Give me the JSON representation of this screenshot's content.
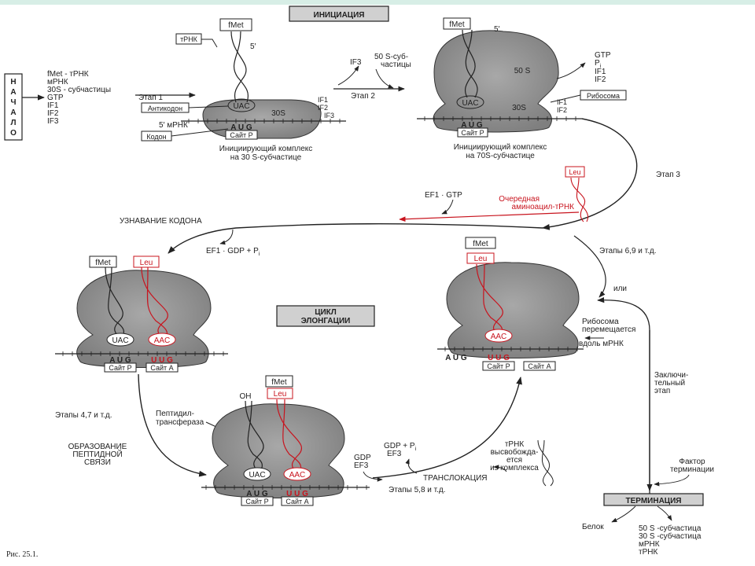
{
  "colors": {
    "ink": "#222222",
    "red": "#c8141e",
    "ribosome": "#8f8f8f",
    "header_box": "#d0d0d0",
    "top_bar": "#d7eee6"
  },
  "header": {
    "initiation": "ИНИЦИАЦИЯ",
    "elongation_line1": "ЦИКЛ",
    "elongation_line2": "ЭЛОНГАЦИИ",
    "termination": "ТЕРМИНАЦИЯ"
  },
  "start": {
    "nachalo": [
      "Н",
      "А",
      "Ч",
      "А",
      "Л",
      "О"
    ],
    "components": [
      "fMet - тРНК",
      "мРНК",
      "30S - субчастицы",
      "GTP",
      "IF1",
      "IF2",
      "IF3"
    ]
  },
  "init30": {
    "fmet": "fMet",
    "trna": "тРНК",
    "five_prime": "5′",
    "step1": "Этап 1",
    "anticodon": "Антикодон",
    "uac": "UAC",
    "s30": "30S",
    "if1": "IF1",
    "if2": "IF2",
    "if3": "IF3",
    "mrna": "5′ мРНК",
    "aug": "A U G",
    "site_p": "Сайт P",
    "codon": "Кодон",
    "caption1": "Инициирующий комплекс",
    "caption2": "на 30 S-субчастице"
  },
  "step2": {
    "if3": "IF3",
    "s50_line1": "50 S-суб-",
    "s50_line2": "частицы",
    "label": "Этап  2"
  },
  "init70": {
    "fmet": "fMet",
    "five_prime": "5′",
    "s50": "50 S",
    "uac": "UAC",
    "s30": "30S",
    "aug": "A U G",
    "site_p": "Сайт P",
    "out_gtp": "GTP",
    "out_p": "P",
    "out_p_sub": "i",
    "out_if1": "IF1",
    "out_if2": "IF2",
    "ribosome": "Рибосома",
    "if1": "IF1",
    "if2": "IF2",
    "caption1": "Инициирующий комплекс",
    "caption2": "на 70S-субчастице"
  },
  "step3": "Этап 3",
  "aminoacyl": {
    "leu": "Leu",
    "line1": "Очередная",
    "line2": "аминоацил-тРНК"
  },
  "ef1gtp": "EF1 · GTP",
  "codon_recognition": "УЗНАВАНИЕ КОДОНА",
  "ef1gdp": {
    "text": "EF1 · GDP + P",
    "sub": "i"
  },
  "steps69": "Этапы 6,9 и т.д.",
  "ili": "или",
  "left_ribosome": {
    "fmet": "fMet",
    "leu": "Leu",
    "uac": "UAC",
    "aac": "AAC",
    "aug": "A U G",
    "uug": "U U G",
    "site_p": "Сайт P",
    "site_a": "Сайт A"
  },
  "right_ribosome": {
    "fmet": "fMet",
    "leu": "Leu",
    "aac": "AAC",
    "augk": "A U G",
    "uug": "U U G",
    "site_p": "Сайт P",
    "site_a": "Сайт A"
  },
  "moves": [
    "Рибосома",
    "перемещается",
    "вдоль мРНК"
  ],
  "final_step": [
    "Заключи-",
    "тельный",
    "этап"
  ],
  "steps47": "Этапы 4,7 и т.д.",
  "peptidyl": [
    "Пептидил-",
    "трансфераза"
  ],
  "peptide_bond": [
    "ОБРАЗОВАНИЕ",
    "ПЕПТИДНОЙ",
    "СВЯЗИ"
  ],
  "bottom_ribosome": {
    "oh": "OH",
    "fmet": "fMet",
    "leu": "Leu",
    "uac": "UAC",
    "aac": "AAC",
    "aug": "A U G",
    "uug": "U U G",
    "site_p": "Сайт P",
    "site_a": "Сайт A"
  },
  "translocation": {
    "gdp_pi": "GDP + P",
    "gdp_pi_sub": "i",
    "ef3_a": "EF3",
    "gdp": "GDP",
    "ef3_b": "EF3",
    "trna_release": [
      "тРНК",
      "высвобожда-",
      "ется",
      "из комплекса"
    ],
    "label": "ТРАНСЛОКАЦИЯ",
    "steps58": "Этапы 5,8 и т.д."
  },
  "termination_factor": [
    "Фактор",
    "терминации"
  ],
  "protein": "Белок",
  "products": [
    "50 S -субчастица",
    "30 S -субчастица",
    "мРНК",
    "тРНК"
  ],
  "figure": "Рис.  25.1."
}
